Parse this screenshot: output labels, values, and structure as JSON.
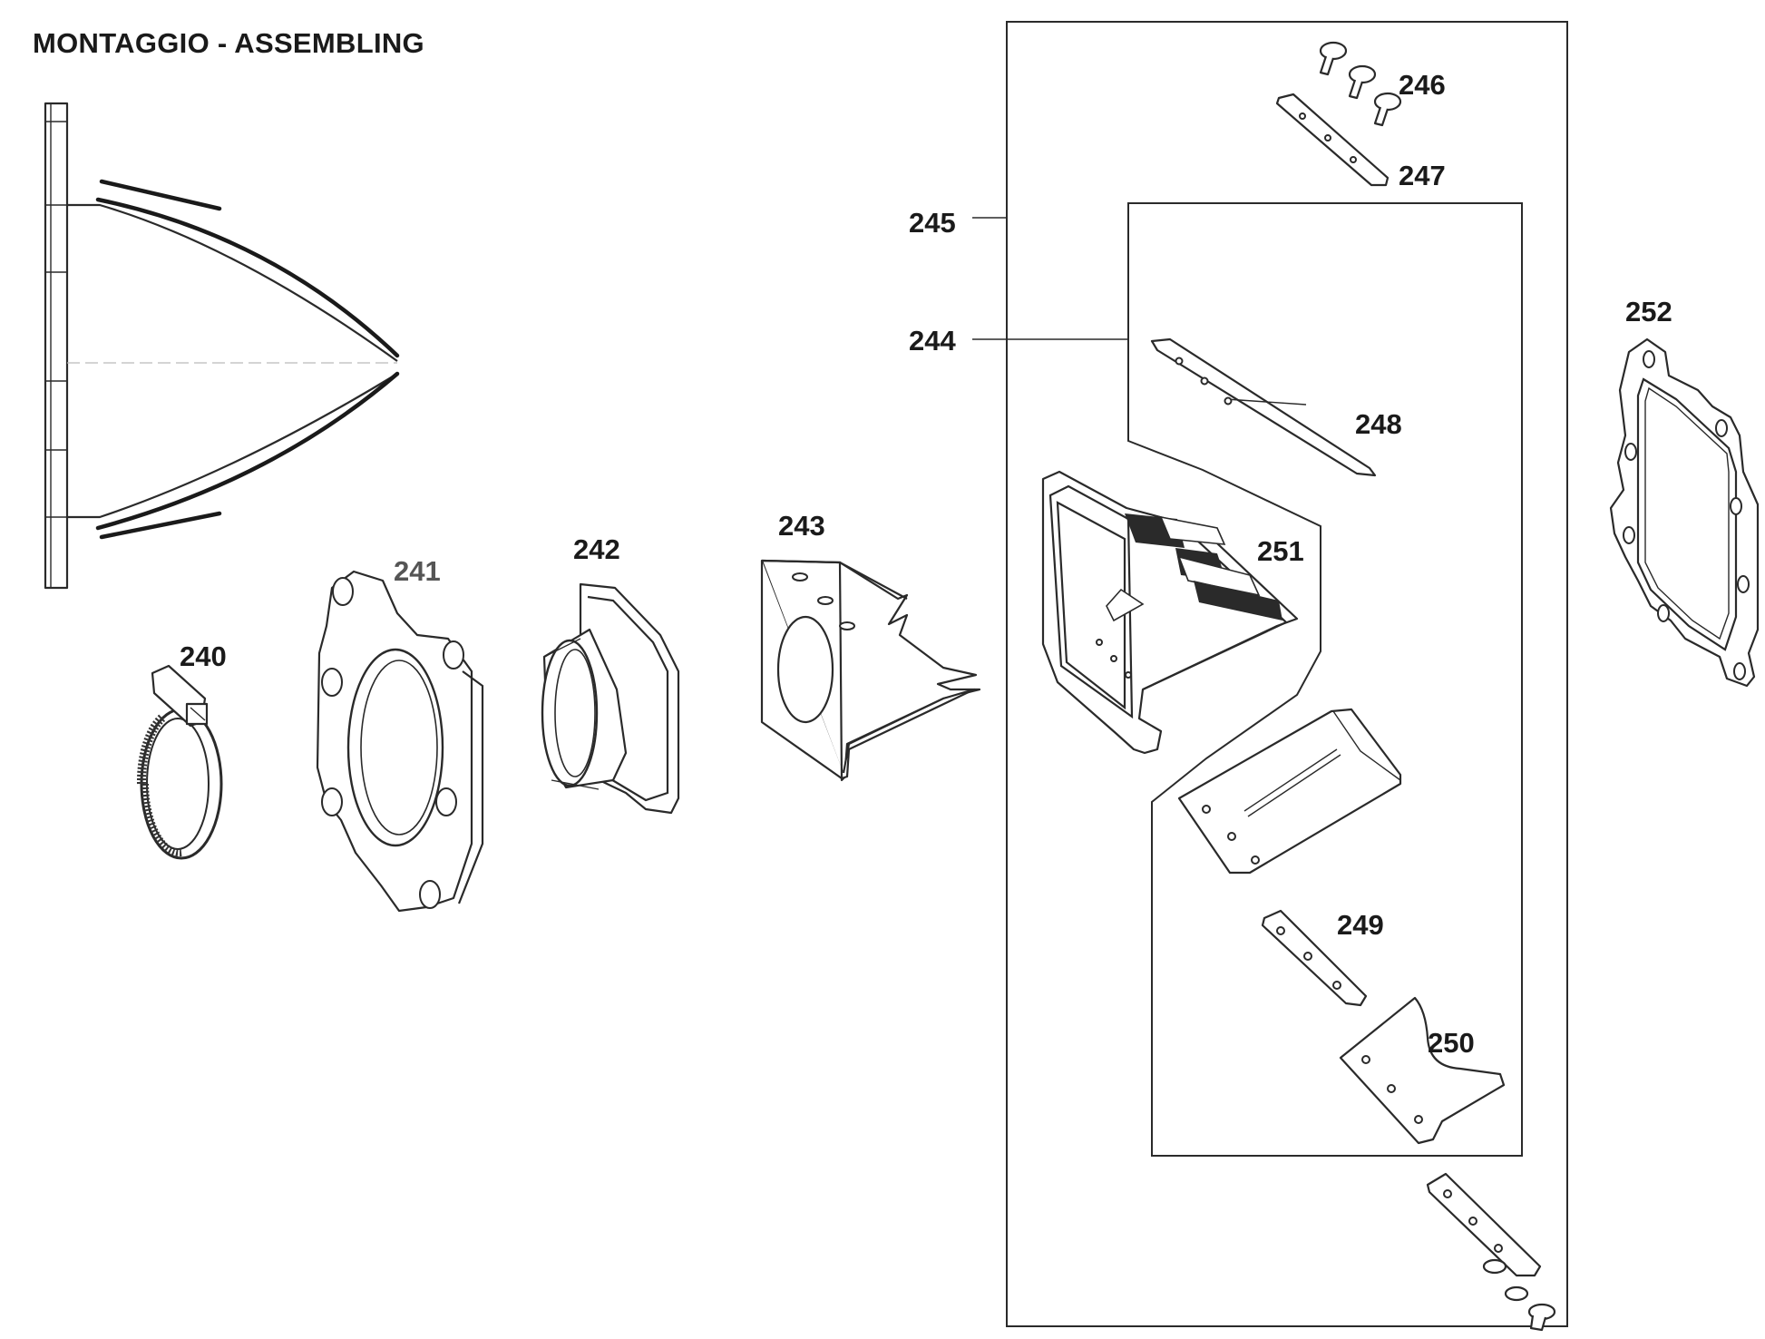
{
  "title": "MONTAGGIO - ASSEMBLING",
  "parts": {
    "p240": "240",
    "p241": "241",
    "p242": "242",
    "p243": "243",
    "p244": "244",
    "p245": "245",
    "p246": "246",
    "p247": "247",
    "p248": "248",
    "p249": "249",
    "p250": "250",
    "p251": "251",
    "p252": "252"
  }
}
